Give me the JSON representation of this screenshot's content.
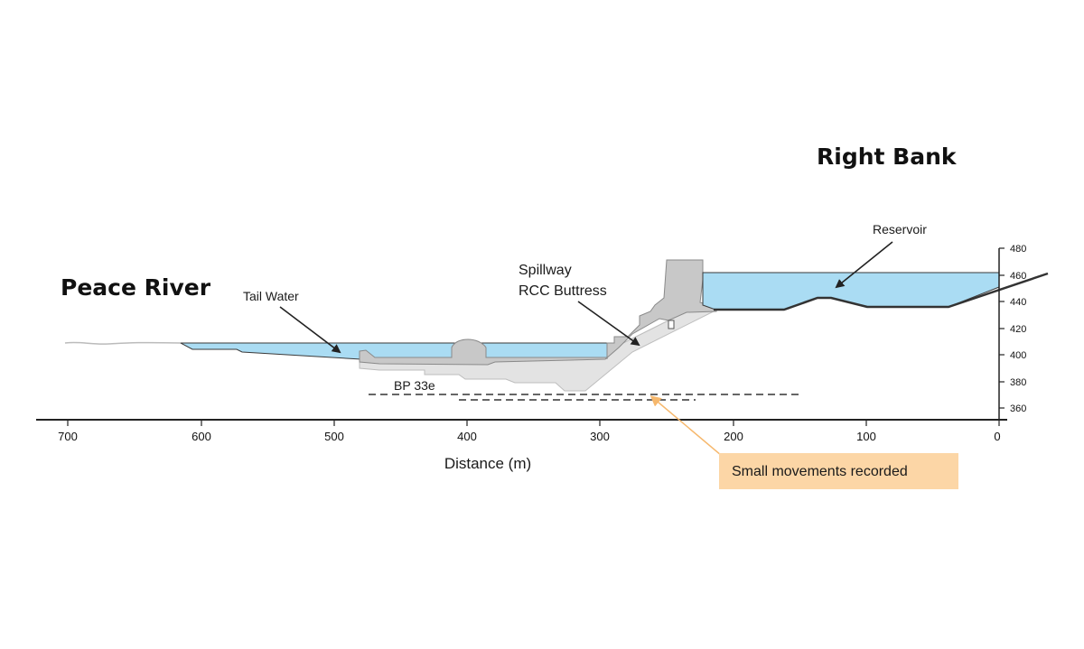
{
  "titles": {
    "left": "Peace River",
    "right": "Right Bank"
  },
  "labels": {
    "tail_water": "Tail Water",
    "reservoir": "Reservoir",
    "spillway_line1": "Spillway",
    "spillway_line2": "RCC Buttress",
    "bp": "BP 33e",
    "callout": "Small movements recorded"
  },
  "axes": {
    "x_label": "Distance (m)",
    "x_ticks": [
      "700",
      "600",
      "500",
      "400",
      "300",
      "200",
      "100",
      "0"
    ],
    "y_ticks": [
      "480",
      "460",
      "440",
      "420",
      "400",
      "380",
      "360"
    ]
  },
  "colors": {
    "water": "#aadcf3",
    "concrete": "#c8c8c8",
    "foundation": "#e3e3e3",
    "ground_line": "#333333",
    "callout_fill": "#fcd6a6",
    "callout_arrow": "#f6b86d"
  }
}
